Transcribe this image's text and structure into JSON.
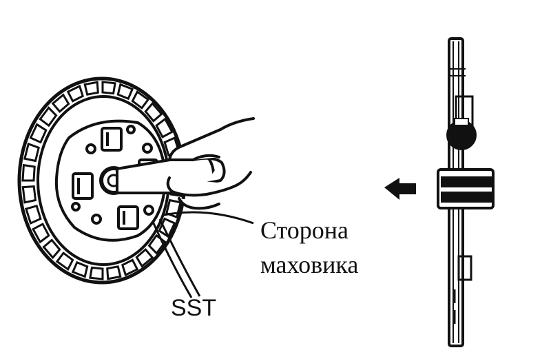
{
  "labels": {
    "flywheel_side_line1": "Сторона",
    "flywheel_side_line2": "маховика",
    "sst": "SST"
  },
  "colors": {
    "ink": "#111111",
    "paper": "#ffffff"
  },
  "icons": {
    "direction": "arrow-left-icon"
  }
}
